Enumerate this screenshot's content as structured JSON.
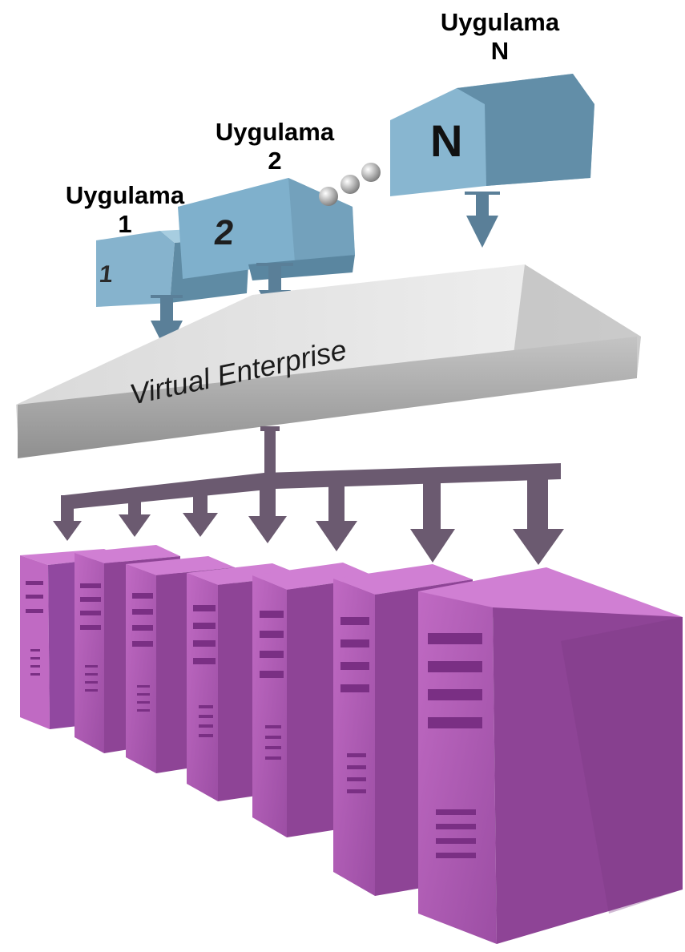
{
  "labels": {
    "app1": {
      "line1": "Uygulama",
      "line2": "1"
    },
    "app2": {
      "line1": "Uygulama",
      "line2": "2"
    },
    "appN": {
      "line1": "Uygulama",
      "line2": "N"
    }
  },
  "boxes": {
    "box1": "1",
    "box2": "2",
    "boxN": "N"
  },
  "platform": {
    "label": "Virtual Enterprise"
  },
  "colors": {
    "app_box_front": "#86b3cd",
    "app_box_side": "#5d8aa3",
    "arrow_blue": "#5a7f98",
    "platform_front": "#a8a8a8",
    "platform_top": "#e6e6e6",
    "arrow_purple": "#6b5a70",
    "server_front": "#b463b8",
    "server_side": "#8e4496",
    "server_top": "#d07fd3"
  }
}
